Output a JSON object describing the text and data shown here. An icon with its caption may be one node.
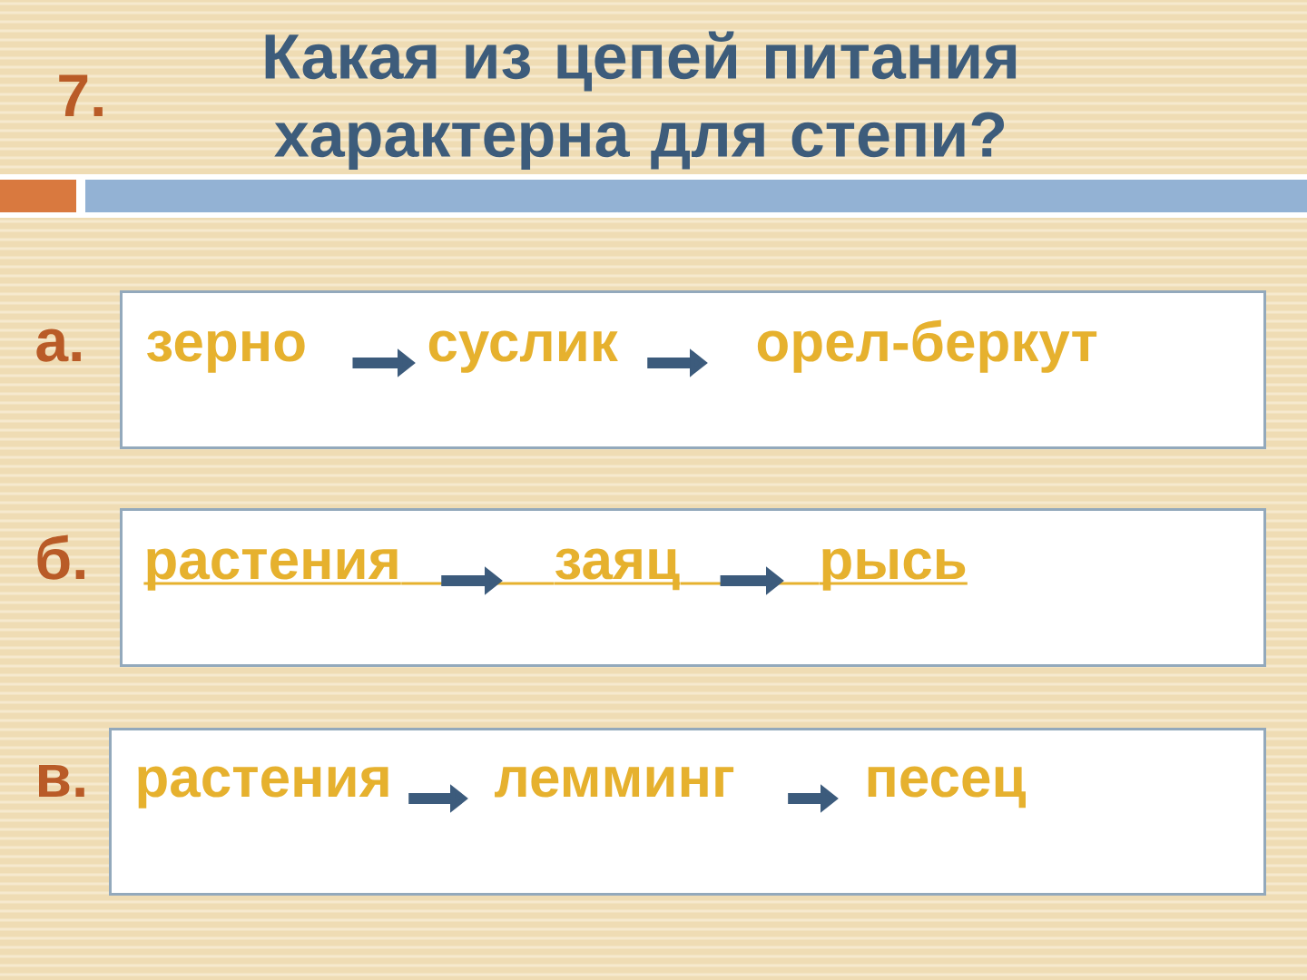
{
  "diagram": {
    "title": "Какая из цепей питания характерна для степи?",
    "nodes": [
      {
        "text": [
          "а."
        ]
      },
      {
        "text": [
          "зерно"
        ],
        "in": 0
      },
      {
        "text": [
          "суслик"
        ],
        "in": 0
      },
      {
        "text": [
          "орел-беркут"
        ],
        "in": 0
      },
      {
        "text": [
          "б."
        ]
      },
      {
        "text": [
          "растения"
        ],
        "in": 4
      },
      {
        "text": [
          "заяц"
        ],
        "in": 4
      },
      {
        "text": [
          "рысь"
        ],
        "in": 4
      },
      {
        "text": [
          "в."
        ]
      },
      {
        "text": [
          "растения"
        ],
        "in": 8
      },
      {
        "text": [
          "лемминг"
        ],
        "in": 8
      },
      {
        "text": [
          "песец"
        ],
        "in": 8
      }
    ],
    "edges": [
      {
        "from": 1,
        "to": 2,
        "arrow": "to"
      },
      {
        "from": 2,
        "to": 3,
        "arrow": "to"
      },
      {
        "from": 5,
        "to": 6,
        "arrow": "to"
      },
      {
        "from": 6,
        "to": 7,
        "arrow": "to"
      },
      {
        "from": 9,
        "to": 10,
        "arrow": "to"
      },
      {
        "from": 10,
        "to": 11,
        "arrow": "to"
      }
    ],
    "labels": [
      "7."
    ]
  }
}
